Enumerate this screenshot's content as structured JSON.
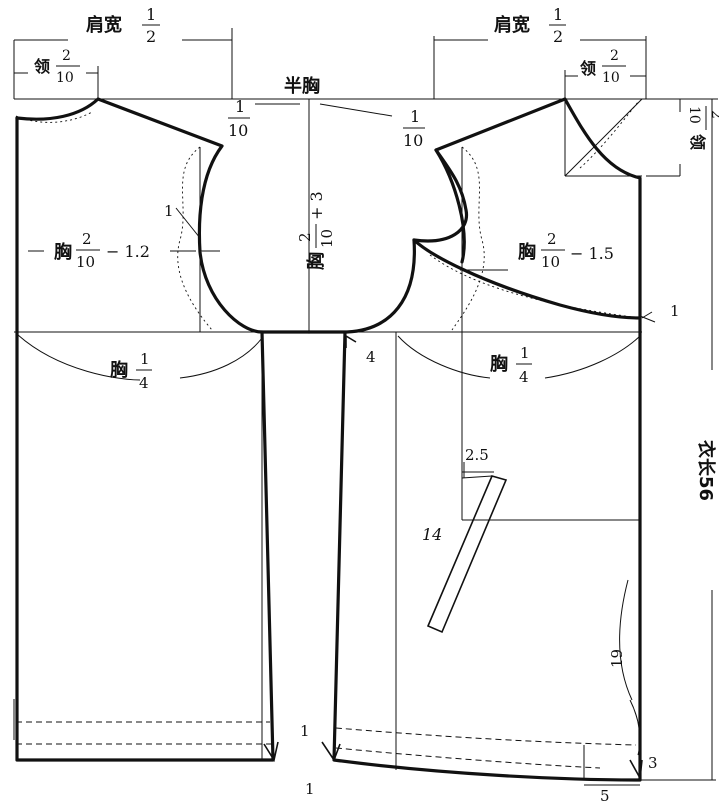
{
  "labels": {
    "shoulder_left": "肩宽",
    "shoulder_right": "肩宽",
    "collar_left": "领",
    "collar_right": "领",
    "collar_side": "领",
    "half_chest": "半胸",
    "chest_left_depth": "胸",
    "chest_center": "胸",
    "chest_right_depth": "胸",
    "chest_left_quarter": "胸",
    "chest_right_quarter": "胸",
    "body_length": "衣长56"
  },
  "fractions": {
    "half": {
      "num": "1",
      "den": "2"
    },
    "tenth": {
      "num": "1",
      "den": "10"
    },
    "two_tenths": {
      "num": "2",
      "den": "10"
    },
    "quarter": {
      "num": "1",
      "den": "4"
    }
  },
  "suffixes": {
    "left_depth": "− 1.2",
    "right_depth": "− 1.5",
    "center_plus": "+ 3"
  },
  "numbers": {
    "n1_left_arm": "1",
    "n1_right_side": "1",
    "n4": "4",
    "n2_5": "2.5",
    "n14": "14",
    "n19": "19",
    "n1_hem_top": "1",
    "n1_hem_bottom": "1",
    "n3": "3",
    "n5": "5"
  }
}
